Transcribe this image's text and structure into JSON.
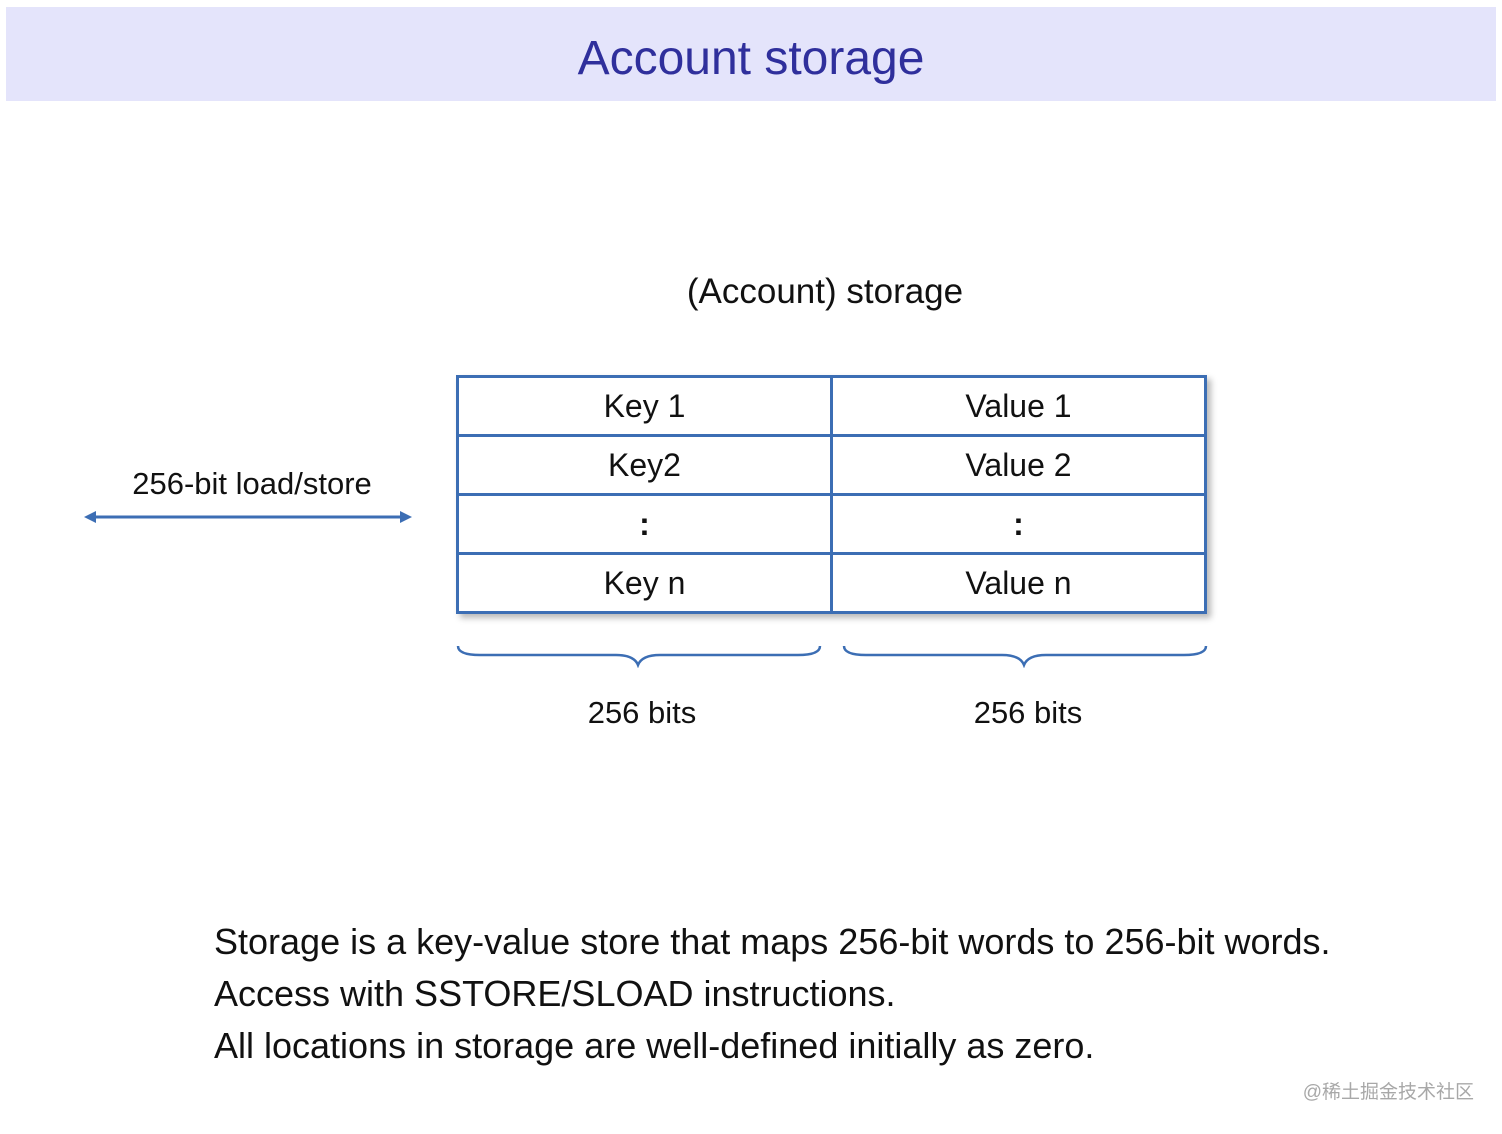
{
  "header": {
    "title": "Account storage"
  },
  "diagram": {
    "title": "(Account) storage",
    "arrow_label": "256-bit load/store",
    "rows": [
      {
        "key": "Key 1",
        "value": "Value 1"
      },
      {
        "key": "Key2",
        "value": "Value 2"
      },
      {
        "key": ":",
        "value": ":"
      },
      {
        "key": "Key n",
        "value": "Value n"
      }
    ],
    "key_width_label": "256 bits",
    "value_width_label": "256 bits"
  },
  "description": {
    "lines": [
      "Storage is a key-value store that maps 256-bit words to 256-bit words.",
      "Access with SSTORE/SLOAD instructions.",
      "All locations in storage are well-defined initially as zero."
    ]
  },
  "watermark": "@稀土掘金技术社区",
  "colors": {
    "title_band": "#e4e4fb",
    "title_text": "#2f2f9c",
    "table_border": "#3c6eb4",
    "arrow": "#3c6eb4"
  }
}
